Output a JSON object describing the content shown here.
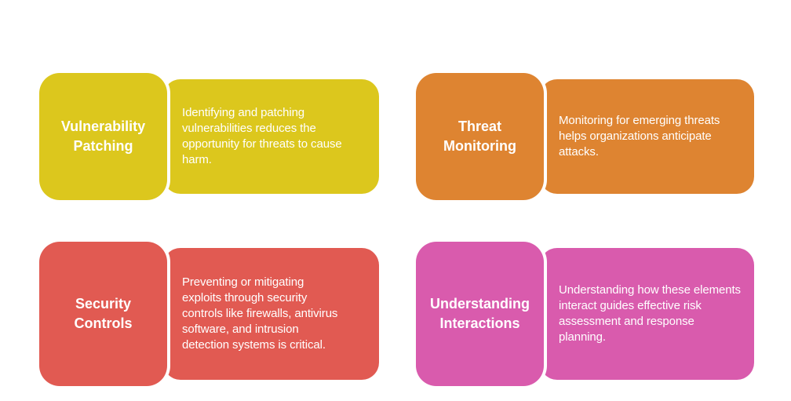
{
  "page": {
    "background_color": "#ffffff",
    "text_color": "#ffffff"
  },
  "cards": [
    {
      "title": "Vulnerability Patching",
      "description_lines": [
        "Identifying and patching",
        "vulnerabilities reduces the",
        "opportunity for threats to cause",
        "harm."
      ],
      "color": "#dcc71d"
    },
    {
      "title": "Threat Monitoring",
      "description_lines": [
        "Monitoring for emerging threats",
        "helps organizations anticipate",
        "attacks."
      ],
      "color": "#de8431"
    },
    {
      "title": "Security Controls",
      "description_lines": [
        "Preventing or mitigating",
        "exploits through security",
        "controls like firewalls, antivirus",
        "software, and intrusion",
        "detection systems is critical."
      ],
      "color": "#e15a52"
    },
    {
      "title": "Understanding Interactions",
      "description_lines": [
        "Understanding how these elements",
        "interact guides effective risk",
        "assessment and response",
        "planning."
      ],
      "color": "#d95bad"
    }
  ]
}
